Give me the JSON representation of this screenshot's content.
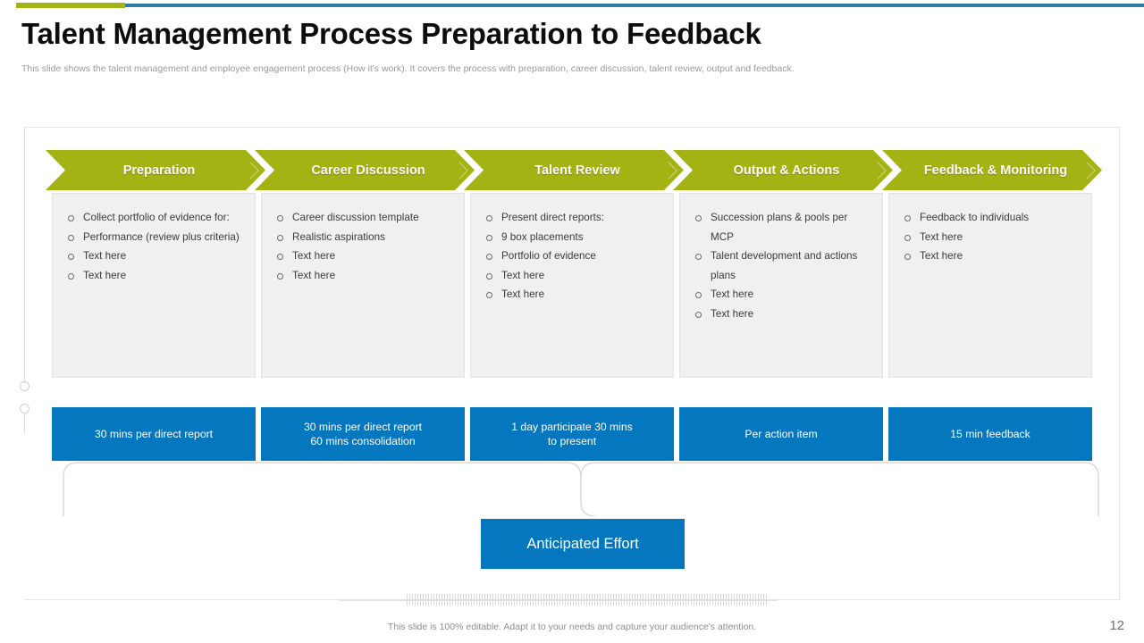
{
  "colors": {
    "green": "#a3b314",
    "blue": "#0477bf",
    "accent_bar_green": "#a3b314",
    "accent_bar_blue": "#2a7ca3",
    "card_bg": "#f0f0f0",
    "title": "#0d0d0d",
    "subtitle": "#9a9a9a"
  },
  "header": {
    "title": "Talent Management Process Preparation to Feedback",
    "subtitle": "This slide shows the talent management and employee engagement process (How it's work). It covers the process with preparation, career discussion, talent review, output and feedback."
  },
  "stages": [
    {
      "label": "Preparation",
      "bullets": [
        "Collect portfolio of evidence for:",
        "Performance (review plus criteria)",
        "Text here",
        "Text here"
      ],
      "timing": "30 mins per direct report"
    },
    {
      "label": "Career Discussion",
      "bullets": [
        "Career discussion template",
        "Realistic aspirations",
        "Text here",
        "Text here"
      ],
      "timing": "30 mins per direct report\n60 mins consolidation"
    },
    {
      "label": "Talent Review",
      "bullets": [
        "Present direct reports:",
        "9 box placements",
        "Portfolio of evidence",
        "Text here",
        "Text here"
      ],
      "timing": "1 day participate 30 mins\nto present"
    },
    {
      "label": "Output & Actions",
      "bullets": [
        "Succession plans & pools per MCP",
        "Talent development and actions plans",
        "Text here",
        "Text here"
      ],
      "timing": "Per action item"
    },
    {
      "label": "Feedback & Monitoring",
      "bullets": [
        "Feedback to individuals",
        "Text here",
        "Text here"
      ],
      "timing": "15 min feedback"
    }
  ],
  "summary": {
    "label": "Anticipated Effort"
  },
  "footer": {
    "note": "This slide is 100% editable. Adapt it to your needs and capture your audience's attention.",
    "page_number": "12"
  }
}
